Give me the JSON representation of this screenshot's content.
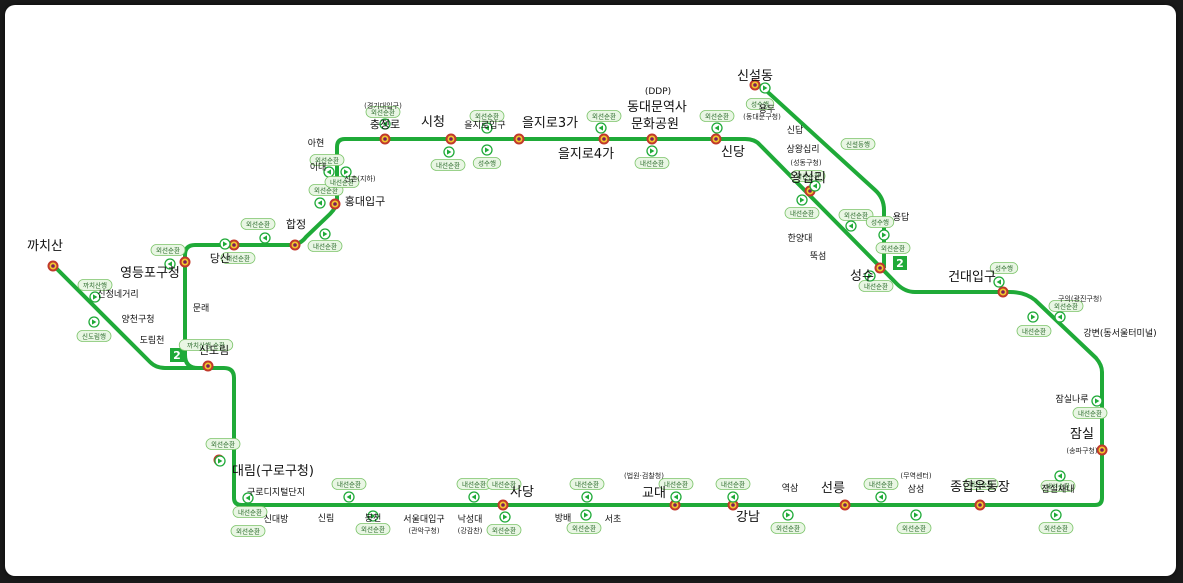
{
  "line": {
    "number": "2",
    "color": "#1faa38"
  },
  "stations": [
    {
      "id": "kkachisan",
      "name": "까치산",
      "kind": "label"
    },
    {
      "id": "sinjeongnegeori",
      "name": "신정네거리",
      "kind": "label"
    },
    {
      "id": "yangcheon",
      "name": "양천구청",
      "kind": "label"
    },
    {
      "id": "dorimcheon",
      "name": "도림천",
      "kind": "label"
    },
    {
      "id": "yeongdeungpo",
      "name": "영등포구청",
      "kind": "transfer"
    },
    {
      "id": "mullae",
      "name": "문래",
      "kind": "label"
    },
    {
      "id": "sindorim",
      "name": "신도림",
      "kind": "transfer"
    },
    {
      "id": "dangsan",
      "name": "당산",
      "kind": "transfer"
    },
    {
      "id": "hapjeong",
      "name": "합정",
      "kind": "transfer"
    },
    {
      "id": "hongdae",
      "name": "홍대입구",
      "kind": "transfer"
    },
    {
      "id": "sinchon",
      "name": "신촌(지하)",
      "kind": "label"
    },
    {
      "id": "ewha",
      "name": "이대",
      "kind": "label"
    },
    {
      "id": "ahyeon",
      "name": "아현",
      "kind": "label"
    },
    {
      "id": "chungjeongno",
      "name": "충정로",
      "kind": "transfer"
    },
    {
      "id": "chungjeongno_sub",
      "name": "(경기대입구)",
      "kind": "label"
    },
    {
      "id": "cityhall",
      "name": "시청",
      "kind": "transfer"
    },
    {
      "id": "euljiro1",
      "name": "을지로입구",
      "kind": "label"
    },
    {
      "id": "euljiro3",
      "name": "을지로3가",
      "kind": "transfer"
    },
    {
      "id": "euljiro4",
      "name": "을지로4가",
      "kind": "transfer"
    },
    {
      "id": "ddp_sub",
      "name": "(DDP)",
      "kind": "label"
    },
    {
      "id": "ddp",
      "name": "동대문역사",
      "kind": "transfer"
    },
    {
      "id": "ddp2",
      "name": "문화공원",
      "kind": "label"
    },
    {
      "id": "sindang",
      "name": "신당",
      "kind": "transfer"
    },
    {
      "id": "sangwangsimni",
      "name": "상왕십리",
      "kind": "label"
    },
    {
      "id": "sinseoldong",
      "name": "신설동",
      "kind": "transfer"
    },
    {
      "id": "yongdu",
      "name": "용두",
      "kind": "label"
    },
    {
      "id": "yongdu_sub",
      "name": "(동대문구청)",
      "kind": "label"
    },
    {
      "id": "sindap",
      "name": "신답",
      "kind": "label"
    },
    {
      "id": "yongdap",
      "name": "용답",
      "kind": "label"
    },
    {
      "id": "wangsimni",
      "name": "왕십리",
      "kind": "transfer"
    },
    {
      "id": "wangsimni_sub",
      "name": "(성동구청)",
      "kind": "label"
    },
    {
      "id": "hanyang",
      "name": "한양대",
      "kind": "label"
    },
    {
      "id": "ttukseom",
      "name": "뚝섬",
      "kind": "label"
    },
    {
      "id": "seongsu",
      "name": "성수",
      "kind": "transfer"
    },
    {
      "id": "konkuk",
      "name": "건대입구",
      "kind": "transfer"
    },
    {
      "id": "guui",
      "name": "구의(광진구청)",
      "kind": "label"
    },
    {
      "id": "gangbyeon",
      "name": "강변(동서울터미널)",
      "kind": "label"
    },
    {
      "id": "jamsilnaru",
      "name": "잠실나루",
      "kind": "label"
    },
    {
      "id": "jamsil",
      "name": "잠실",
      "kind": "transfer"
    },
    {
      "id": "jamsil_sub",
      "name": "(송파구청)",
      "kind": "label"
    },
    {
      "id": "jamsilsaenae",
      "name": "잠실새내",
      "kind": "label"
    },
    {
      "id": "sports",
      "name": "종합운동장",
      "kind": "transfer"
    },
    {
      "id": "samseong",
      "name": "삼성",
      "kind": "label"
    },
    {
      "id": "samseong_sub",
      "name": "(무역센터)",
      "kind": "label"
    },
    {
      "id": "seolleung",
      "name": "선릉",
      "kind": "transfer"
    },
    {
      "id": "yeoksam",
      "name": "역삼",
      "kind": "label"
    },
    {
      "id": "gangnam",
      "name": "강남",
      "kind": "transfer"
    },
    {
      "id": "gyodae",
      "name": "교대",
      "kind": "transfer"
    },
    {
      "id": "gyodae_sub",
      "name": "(법원·검찰청)",
      "kind": "label"
    },
    {
      "id": "seocho",
      "name": "서초",
      "kind": "label"
    },
    {
      "id": "bangbae",
      "name": "방배",
      "kind": "label"
    },
    {
      "id": "sadang",
      "name": "사당",
      "kind": "transfer"
    },
    {
      "id": "nakseongdae",
      "name": "낙성대",
      "kind": "label"
    },
    {
      "id": "nakseongdae_sub",
      "name": "(강감찬)",
      "kind": "label"
    },
    {
      "id": "snu",
      "name": "서울대입구",
      "kind": "label"
    },
    {
      "id": "snu_sub",
      "name": "(관악구청)",
      "kind": "label"
    },
    {
      "id": "bongcheon",
      "name": "봉천",
      "kind": "label"
    },
    {
      "id": "sillim",
      "name": "신림",
      "kind": "label"
    },
    {
      "id": "sindaebang",
      "name": "신대방",
      "kind": "label"
    },
    {
      "id": "guro_digital",
      "name": "구로디지털단지",
      "kind": "label"
    },
    {
      "id": "daerim",
      "name": "대림(구로구청)",
      "kind": "transfer"
    }
  ],
  "tags": {
    "outer": "외선순환",
    "inner": "내선순환",
    "seongsu": "성수행",
    "sinseol": "신설동행",
    "kkachisan": "까치산행",
    "sindorim": "신도림행",
    "kkachisan_inner": "까치산행 순환"
  }
}
